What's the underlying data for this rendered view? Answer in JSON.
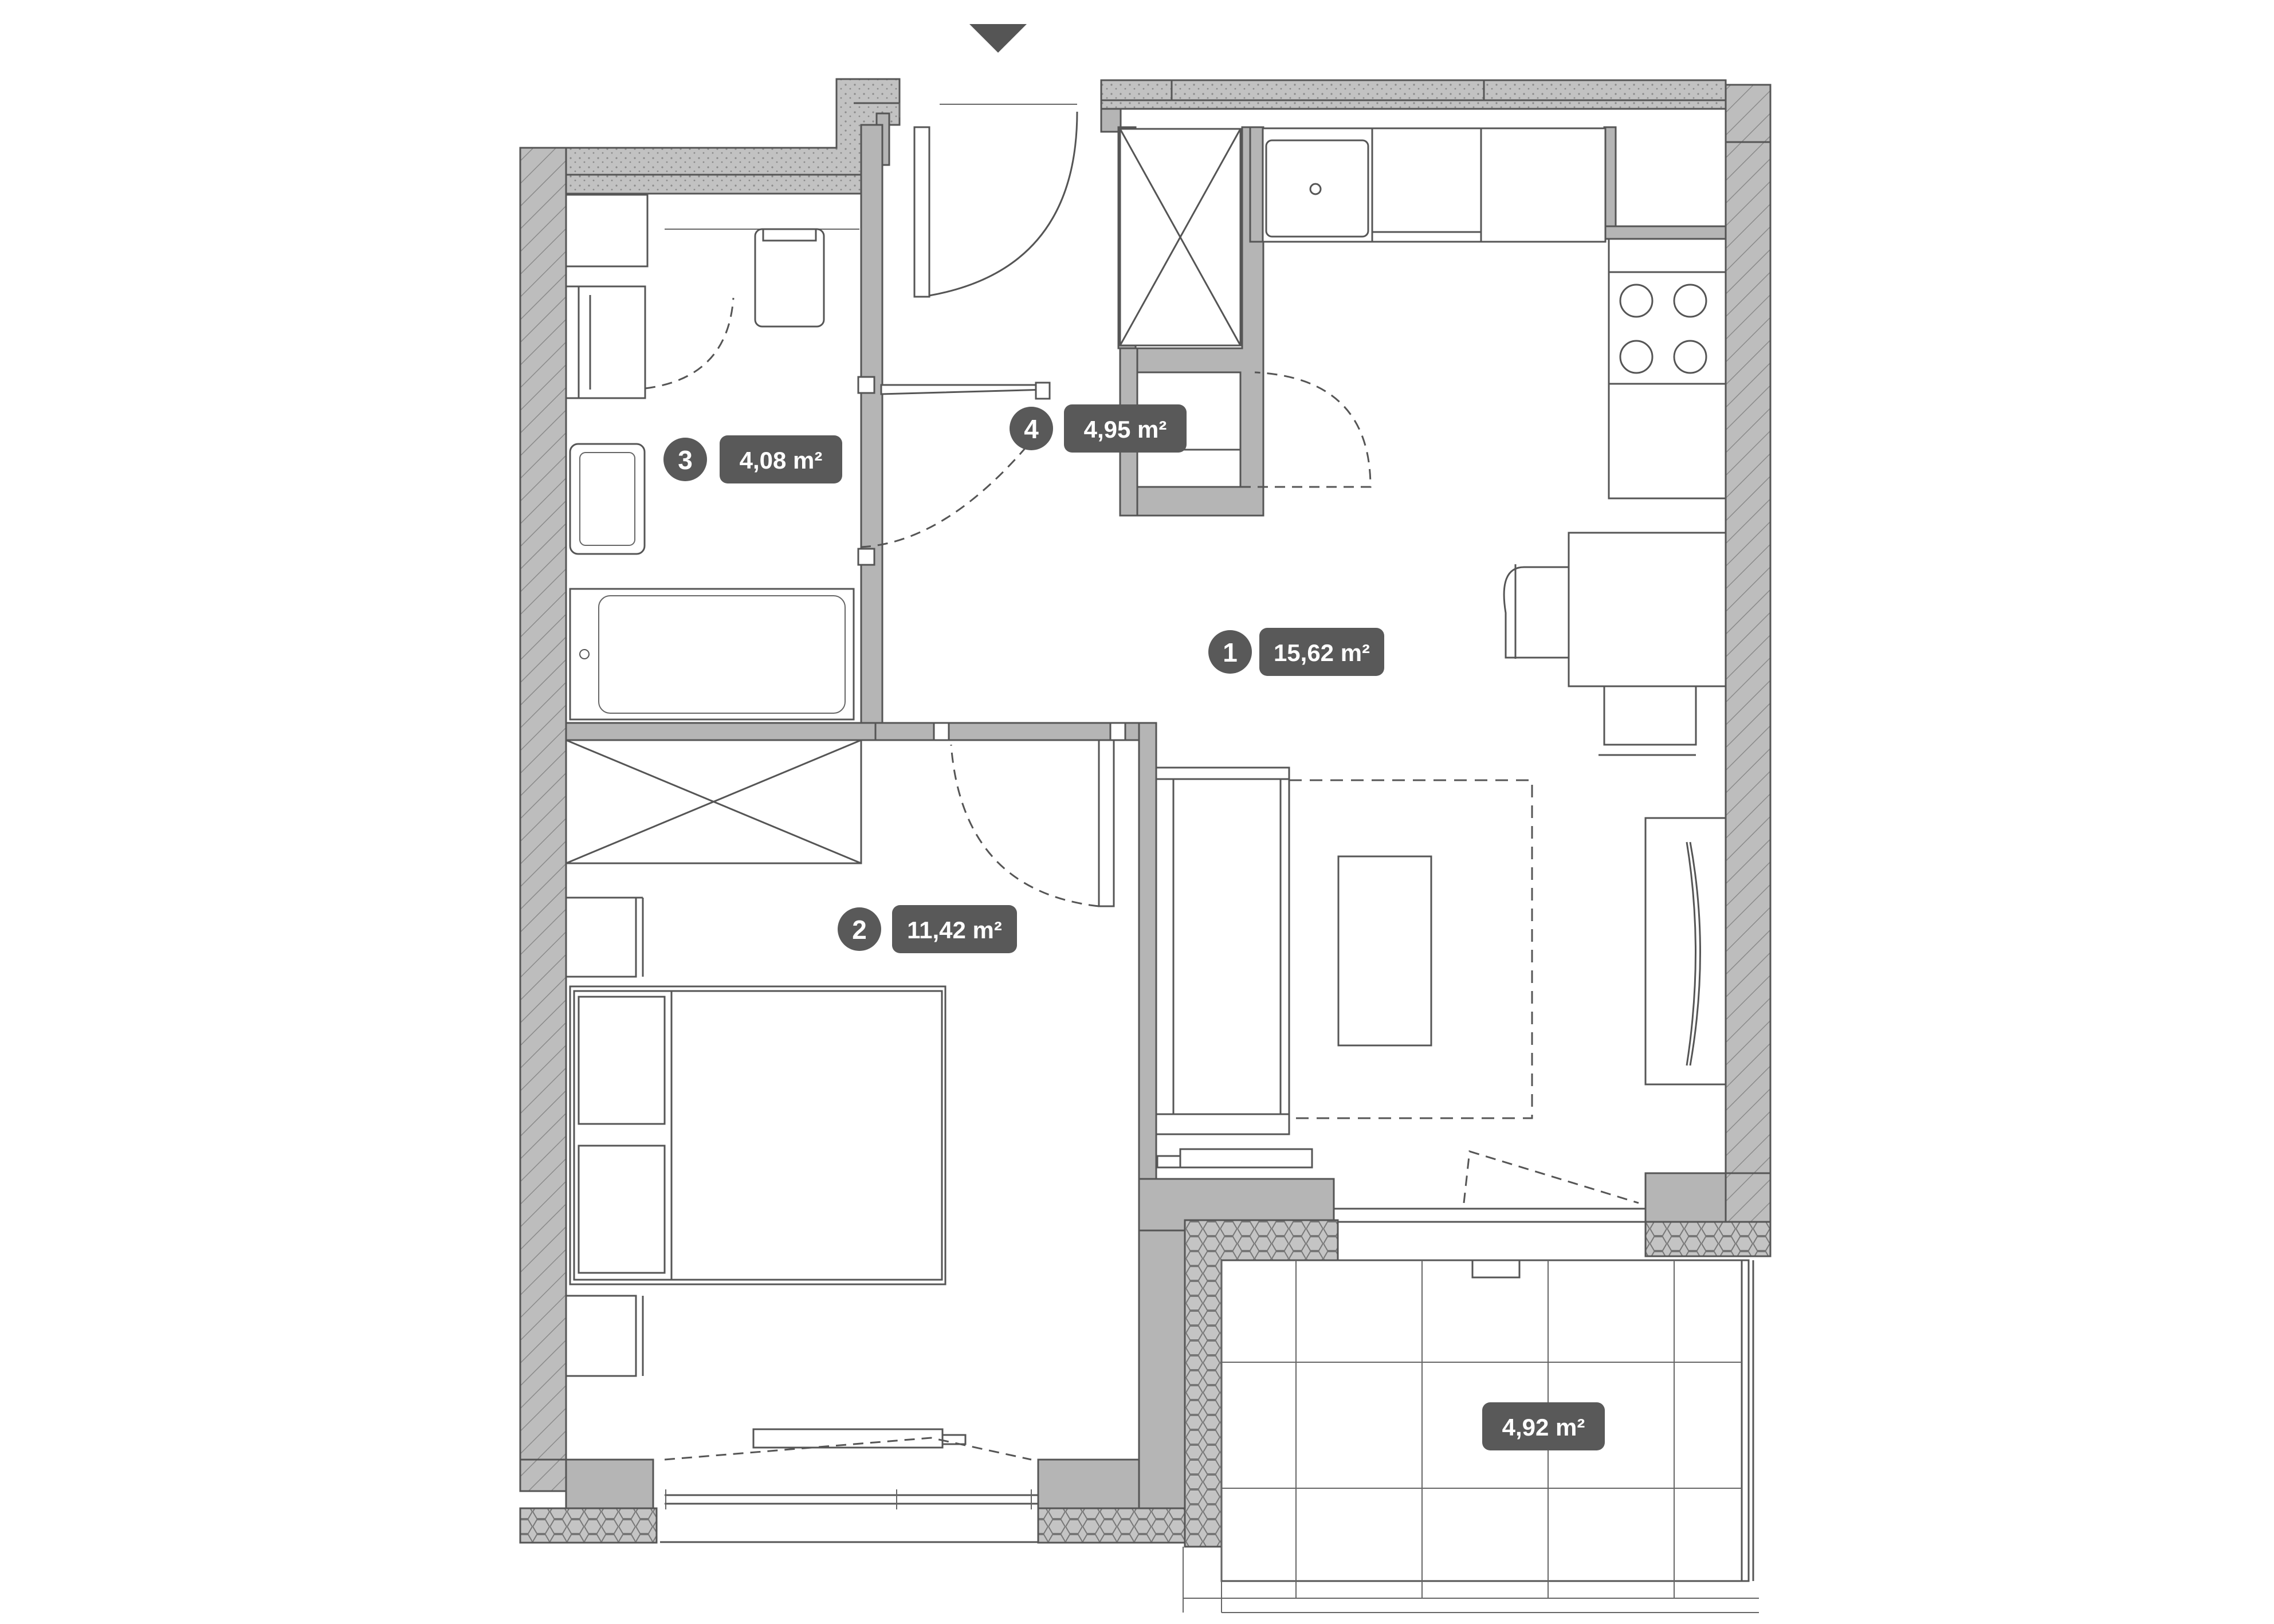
{
  "rooms": [
    {
      "number": "1",
      "area": "15,62 m²"
    },
    {
      "number": "2",
      "area": "11,42 m²"
    },
    {
      "number": "3",
      "area": "4,08 m²"
    },
    {
      "number": "4",
      "area": "4,95 m²"
    }
  ],
  "balcony": {
    "area": "4,92 m²"
  },
  "colors": {
    "label_fill": "#595959",
    "wall_fill": "#b5b5b5",
    "line": "#555555"
  },
  "icons": {
    "entrance": "triangle-down-icon"
  }
}
